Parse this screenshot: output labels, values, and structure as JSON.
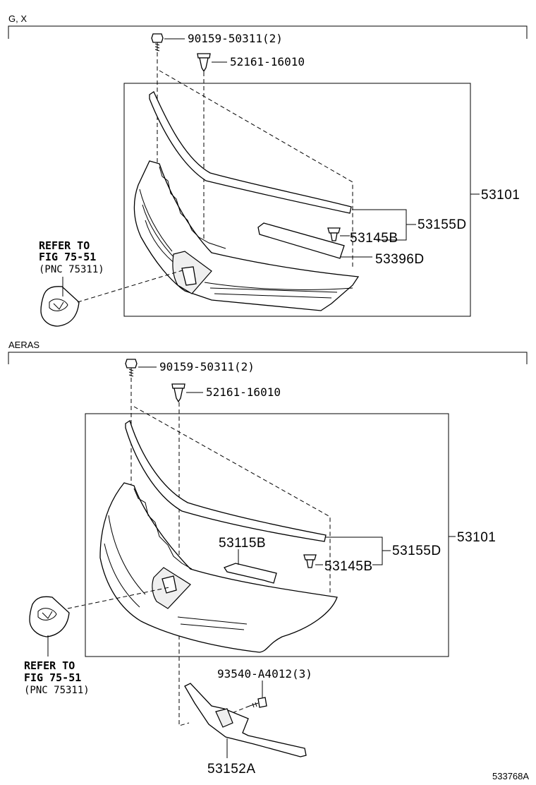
{
  "sections": [
    {
      "header": "G, X",
      "labels": {
        "bolt": "90159-50311(2)",
        "clip": "52161-16010",
        "grille_assy": "53101",
        "molding": "53155D",
        "retainer": "53145B",
        "seal": "53396D"
      },
      "refer": {
        "line1": "REFER TO",
        "line2": "FIG 75-51",
        "line3": "(PNC 75311)"
      }
    },
    {
      "header": "AERAS",
      "labels": {
        "bolt": "90159-50311(2)",
        "clip": "52161-16010",
        "grille_assy": "53101",
        "molding": "53155D",
        "retainer": "53145B",
        "bracket": "53115B",
        "screw": "93540-A4012(3)",
        "lower_molding": "53152A"
      },
      "refer": {
        "line1": "REFER TO",
        "line2": "FIG 75-51",
        "line3": "(PNC 75311)"
      }
    }
  ],
  "diagram_code": "533768A"
}
